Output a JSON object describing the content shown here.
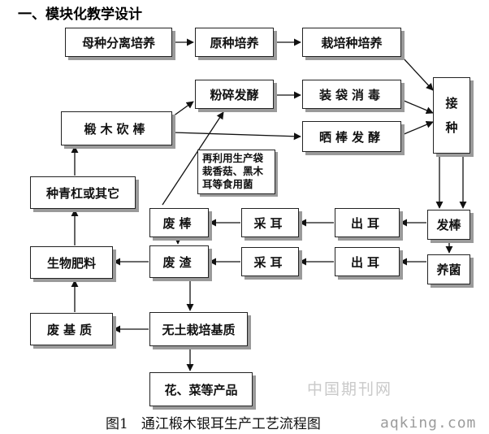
{
  "heading": "一、模块化教学设计",
  "nodes": {
    "mother_culture": "母种分离培养",
    "original_culture": "原种培养",
    "cultivation_culture": "栽培种培养",
    "crushing": "粉碎发酵",
    "bagging": "装袋消毒",
    "felling": "椴木砍棒",
    "sun_drying": "晒棒发酵",
    "inoculation": [
      "接",
      "种"
    ],
    "reuse_note": [
      "再利用生产袋",
      "栽香菇、黑木",
      "耳等食用菌"
    ],
    "planting": "种青杠或其它",
    "waste_logs": "废棒",
    "harvest_1": "采耳",
    "fruiting_1": "出耳",
    "log_activation": "发棒",
    "fertilizer": "生物肥料",
    "waste_residue": "废渣",
    "harvest_2": "采耳",
    "fruiting_2": "出耳",
    "mycelium": "养菌",
    "waste_substrate": "废基质",
    "soilless_substrate": "无土栽培基质",
    "products": "花、菜等产品"
  },
  "watermark": "中国期刊网",
  "caption": {
    "figure": "图1",
    "title": "通江椴木银耳生产工艺流程图"
  },
  "url_watermark": "aqking.com"
}
